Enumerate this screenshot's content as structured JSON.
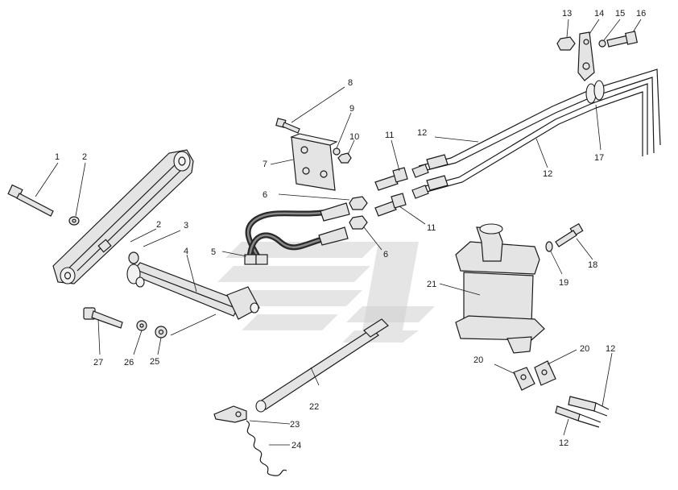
{
  "labels": {
    "l1": "1",
    "l2a": "2",
    "l2b": "2",
    "l3": "3",
    "l4": "4",
    "l5": "5",
    "l6a": "6",
    "l6b": "6",
    "l7": "7",
    "l8": "8",
    "l9": "9",
    "l10": "10",
    "l11a": "11",
    "l11b": "11",
    "l12a": "12",
    "l12b": "12",
    "l12c": "12",
    "l12d": "12",
    "l13": "13",
    "l14": "14",
    "l15": "15",
    "l16": "16",
    "l17": "17",
    "l18": "18",
    "l19": "19",
    "l20a": "20",
    "l20b": "20",
    "l21": "21",
    "l22": "22",
    "l23": "23",
    "l24": "24",
    "l25": "25",
    "l26": "26",
    "l27": "27"
  },
  "colors": {
    "ink": "#1a1a1a",
    "fill": "#e4e4e4",
    "watermark": "#cfcfcf"
  }
}
